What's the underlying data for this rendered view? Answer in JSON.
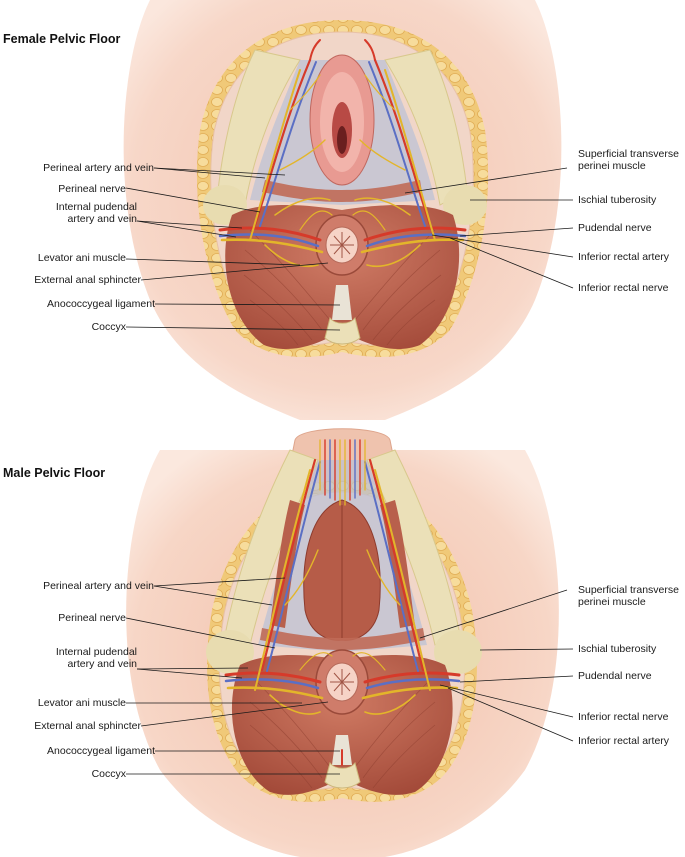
{
  "female": {
    "title": "Female Pelvic Floor",
    "labels": {
      "perineal_artery_vein": "Perineal artery and vein",
      "perineal_nerve": "Perineal nerve",
      "internal_pudendal_1": "Internal pudendal",
      "internal_pudendal_2": "artery and vein",
      "levator_ani": "Levator ani muscle",
      "external_anal_sphincter": "External anal sphincter",
      "anococcygeal_ligament": "Anococcygeal ligament",
      "coccyx": "Coccyx",
      "superficial_transverse_1": "Superficial transverse",
      "superficial_transverse_2": "perinei muscle",
      "ischial_tuberosity": "Ischial tuberosity",
      "pudendal_nerve": "Pudendal nerve",
      "inferior_rectal_artery": "Inferior rectal artery",
      "inferior_rectal_nerve": "Inferior rectal nerve"
    }
  },
  "male": {
    "title": "Male Pelvic Floor",
    "labels": {
      "perineal_artery_vein": "Perineal artery and vein",
      "perineal_nerve": "Perineal nerve",
      "internal_pudendal_1": "Internal pudendal",
      "internal_pudendal_2": "artery and vein",
      "levator_ani": "Levator ani muscle",
      "external_anal_sphincter": "External anal sphincter",
      "anococcygeal_ligament": "Anococcygeal ligament",
      "coccyx": "Coccyx",
      "superficial_transverse_1": "Superficial transverse",
      "superficial_transverse_2": "perinei muscle",
      "ischial_tuberosity": "Ischial tuberosity",
      "pudendal_nerve": "Pudendal nerve",
      "inferior_rectal_nerve": "Inferior rectal nerve",
      "inferior_rectal_artery": "Inferior rectal artery"
    }
  },
  "colors": {
    "skin": "#f6d3c2",
    "fat": "#f2cf86",
    "muscle": "#b8604c",
    "bone": "#ebe0b8",
    "nerve": "#e3b52a",
    "artery": "#d63a2a",
    "vein": "#5b6fc4"
  }
}
